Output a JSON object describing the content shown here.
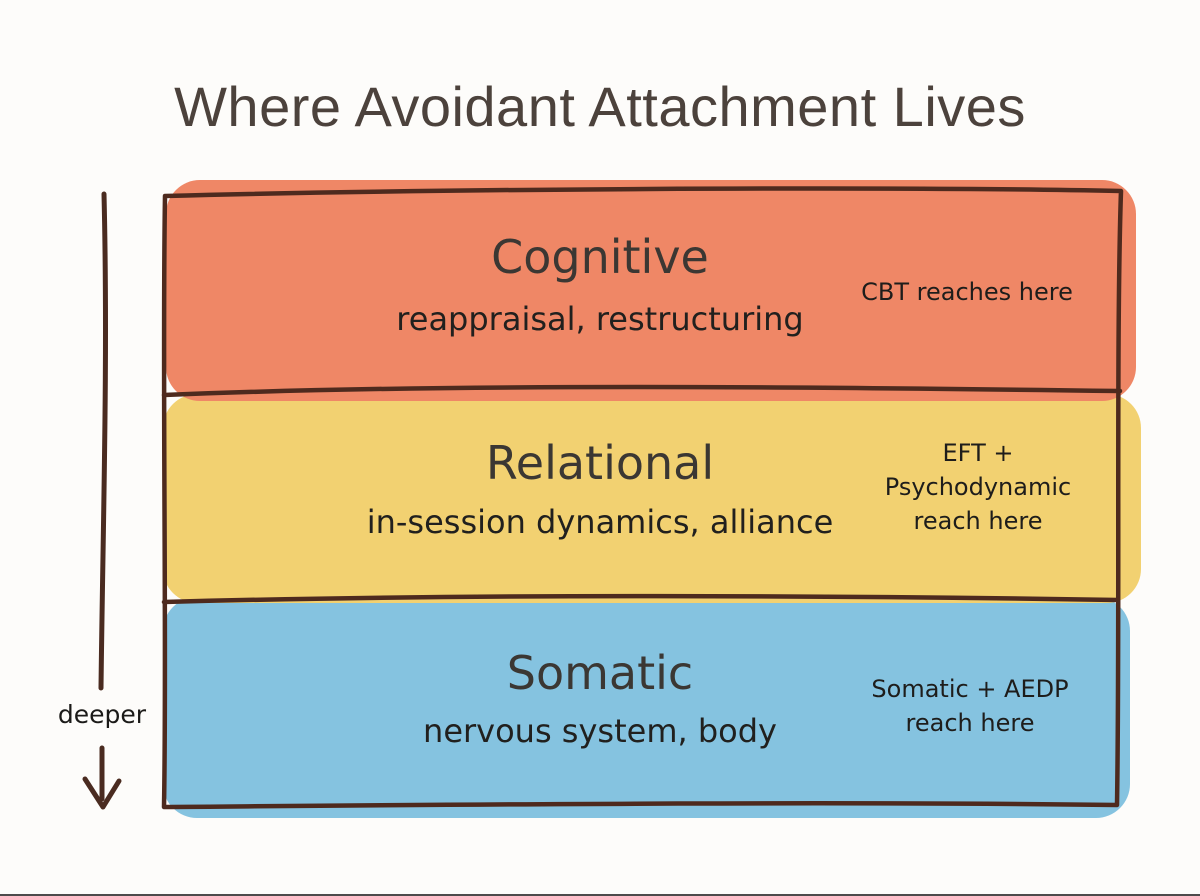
{
  "title": "Where Avoidant Attachment Lives",
  "depth_axis": {
    "label": "deeper",
    "direction": "down"
  },
  "colors": {
    "background": "#FDFCFA",
    "border": "#4E2A1E",
    "arrow": "#4A2B20",
    "title_text": "#4C423C",
    "label_text": "#3B3733",
    "body_text": "#21201E"
  },
  "layers": [
    {
      "id": "cognitive",
      "label": "Cognitive",
      "description": "reappraisal, restructuring",
      "annotation": "CBT reaches here",
      "color": "#EF8766"
    },
    {
      "id": "relational",
      "label": "Relational",
      "description": "in-session dynamics, alliance",
      "annotation": "EFT +\nPsychodynamic\nreach here",
      "color": "#F2D171"
    },
    {
      "id": "somatic",
      "label": "Somatic",
      "description": "nervous system, body",
      "annotation": "Somatic + AEDP\nreach here",
      "color": "#85C3E0"
    }
  ]
}
